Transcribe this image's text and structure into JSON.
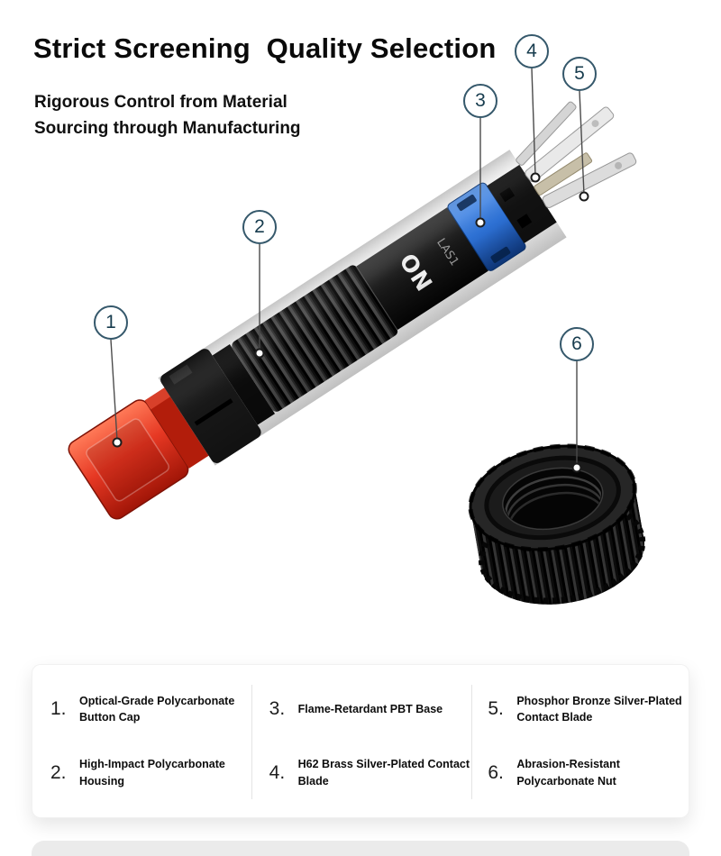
{
  "header": {
    "title": "Strict Screening  Quality Selection",
    "subtitle_line1": "Rigorous Control from Material",
    "subtitle_line2": "Sourcing through Manufacturing"
  },
  "product": {
    "on_label": "ON",
    "model_label": "LAS1"
  },
  "callouts": [
    {
      "num": "1"
    },
    {
      "num": "2"
    },
    {
      "num": "3"
    },
    {
      "num": "4"
    },
    {
      "num": "5"
    },
    {
      "num": "6"
    }
  ],
  "legend": {
    "items": [
      {
        "num": "1.",
        "label": "Optical-Grade Polycarbonate Button Cap"
      },
      {
        "num": "2.",
        "label": "High-Impact Polycarbonate Housing"
      },
      {
        "num": "3.",
        "label": "Flame-Retardant PBT Base"
      },
      {
        "num": "4.",
        "label": "H62 Brass Silver-Plated Contact Blade"
      },
      {
        "num": "5.",
        "label": "Phosphor Bronze Silver-Plated Contact Blade"
      },
      {
        "num": "6.",
        "label": "Abrasion-Resistant Polycarbonate Nut"
      }
    ]
  },
  "colors": {
    "button_red": "#e63823",
    "base_blue": "#2e72d6",
    "housing_black": "#171717",
    "callout_stroke": "#35586b",
    "callout_text": "#173c4e"
  }
}
